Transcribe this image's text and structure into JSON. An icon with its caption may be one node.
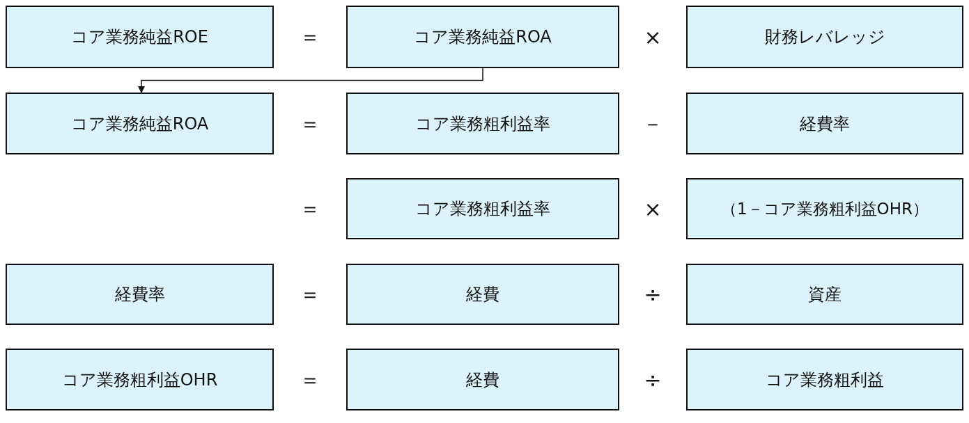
{
  "diagram": {
    "nodes": [
      {
        "text": [
          "コア業務純益ROE"
        ]
      },
      {
        "text": [
          "コア業務純益ROA"
        ]
      },
      {
        "text": [
          "財務レバレッジ"
        ]
      },
      {
        "text": [
          "コア業務純益ROA"
        ]
      },
      {
        "text": [
          "コア業務粗利益率"
        ]
      },
      {
        "text": [
          "経費率"
        ]
      },
      {
        "text": [
          "コア業務粗利益率"
        ]
      },
      {
        "text": [
          "（1－コア業務粗利益OHR）"
        ]
      },
      {
        "text": [
          "経費率"
        ]
      },
      {
        "text": [
          "経費"
        ]
      },
      {
        "text": [
          "資産"
        ]
      },
      {
        "text": [
          "コア業務粗利益OHR"
        ]
      },
      {
        "text": [
          "経費"
        ]
      },
      {
        "text": [
          "コア業務粗利益"
        ]
      }
    ],
    "edges": [
      {
        "from": 1,
        "to": 3,
        "arrow": "to"
      }
    ],
    "labels": [
      "＝",
      "×",
      "＝",
      "－",
      "＝",
      "×",
      "＝",
      "÷",
      "＝",
      "÷"
    ]
  }
}
